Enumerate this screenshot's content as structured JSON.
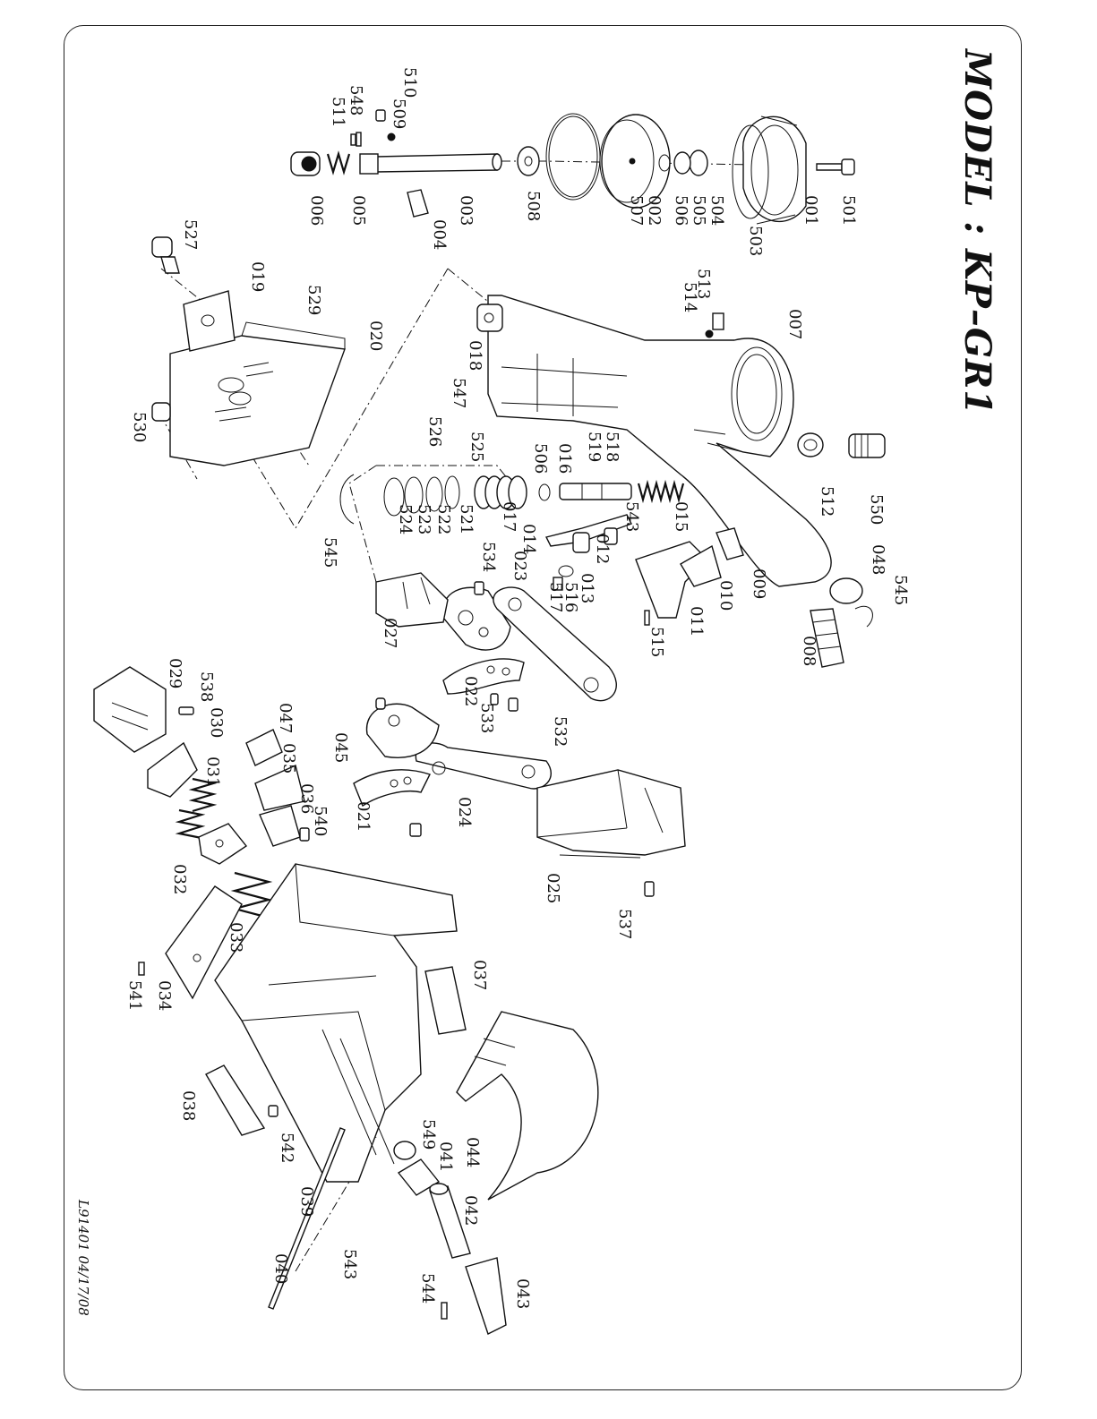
{
  "diagram": {
    "title": "MODEL : KP–GR1",
    "doc_code": "L91401 04/17/08",
    "labels": [
      "501",
      "001",
      "503",
      "504",
      "505",
      "506",
      "002",
      "507",
      "508",
      "003",
      "004",
      "509",
      "510",
      "548",
      "511",
      "005",
      "006",
      "527",
      "019",
      "529",
      "020",
      "530",
      "007",
      "513",
      "514",
      "018",
      "550",
      "512",
      "518",
      "519",
      "016",
      "506",
      "525",
      "547",
      "526",
      "015",
      "543",
      "012",
      "013",
      "516",
      "517",
      "014",
      "534",
      "017",
      "521",
      "522",
      "523",
      "524",
      "545",
      "545",
      "048",
      "009",
      "010",
      "011",
      "515",
      "008",
      "027",
      "023",
      "022",
      "533",
      "532",
      "024",
      "025",
      "537",
      "021",
      "540",
      "036",
      "035",
      "047",
      "045",
      "029",
      "538",
      "030",
      "031",
      "032",
      "033",
      "034",
      "541",
      "037",
      "044",
      "038",
      "542",
      "039",
      "549",
      "041",
      "042",
      "043",
      "544",
      "040",
      "543"
    ]
  },
  "colors": {
    "ink": "#111111",
    "paper": "#ffffff"
  }
}
